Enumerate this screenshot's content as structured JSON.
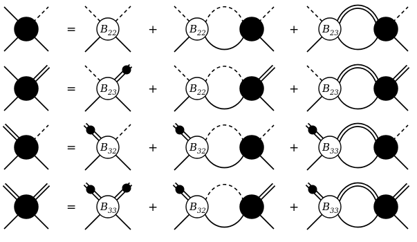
{
  "operators": {
    "equals": "=",
    "plus": "+"
  },
  "vertex_symbol": "B",
  "rows": [
    {
      "lhs": {
        "out_line": "dashed"
      },
      "terms": [
        {
          "vertex": "22",
          "external_line": "dashed",
          "has_dot": false,
          "type": "tree"
        },
        {
          "vertex": "22",
          "internal_line": "dashed",
          "blob_out_line": "dashed",
          "type": "loop"
        },
        {
          "vertex": "23",
          "internal_line": "double",
          "blob_out_line": "dashed",
          "type": "loop"
        }
      ]
    },
    {
      "lhs": {
        "out_line": "double"
      },
      "terms": [
        {
          "vertex": "23",
          "external_line": "double",
          "has_dot": true,
          "type": "tree"
        },
        {
          "vertex": "22",
          "internal_line": "dashed",
          "blob_out_line": "double",
          "type": "loop"
        },
        {
          "vertex": "23",
          "internal_line": "double",
          "blob_out_line": "double",
          "type": "loop"
        }
      ]
    },
    {
      "lhs": {
        "out_line": "dashed",
        "in_line": "double"
      },
      "terms": [
        {
          "vertex": "32",
          "external_line": "dashed",
          "has_dot": false,
          "in_dot": true,
          "type": "tree"
        },
        {
          "vertex": "32",
          "internal_line": "dashed",
          "blob_out_line": "dashed",
          "in_dot": true,
          "type": "loop"
        },
        {
          "vertex": "33",
          "internal_line": "double",
          "blob_out_line": "dashed",
          "in_dot": true,
          "type": "loop"
        }
      ]
    },
    {
      "lhs": {
        "out_line": "double",
        "in_line": "double"
      },
      "terms": [
        {
          "vertex": "33",
          "external_line": "double",
          "has_dot": true,
          "in_dot": true,
          "type": "tree"
        },
        {
          "vertex": "32",
          "internal_line": "dashed",
          "blob_out_line": "double",
          "in_dot": true,
          "type": "loop"
        },
        {
          "vertex": "33",
          "internal_line": "double",
          "blob_out_line": "double",
          "in_dot": true,
          "type": "loop"
        }
      ]
    }
  ]
}
